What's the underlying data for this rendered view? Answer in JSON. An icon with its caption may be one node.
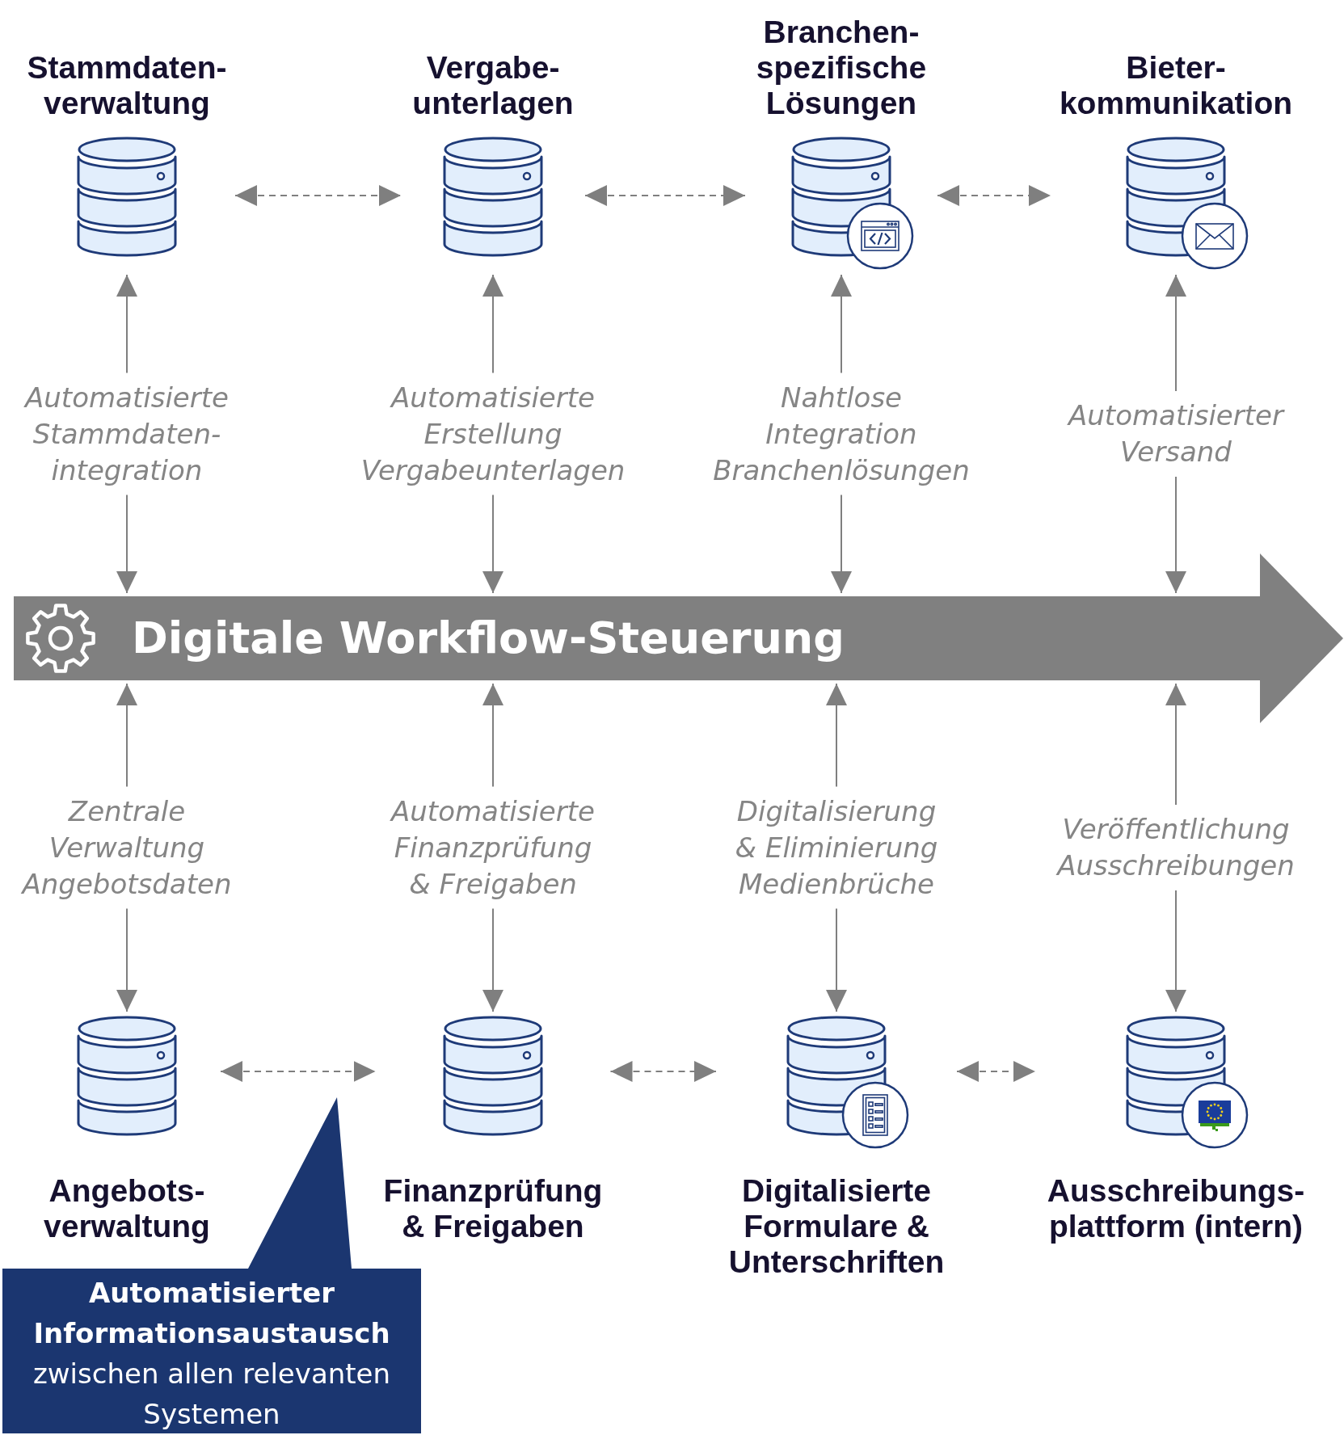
{
  "diagram": {
    "nodes": [
      {
        "text": [
          "Stammdaten- verwaltung"
        ]
      },
      {
        "text": [
          "Vergabe- unterlagen"
        ]
      },
      {
        "text": [
          "Branchen- spezifische Lösungen"
        ]
      },
      {
        "text": [
          "Bieter- kommunikation"
        ]
      },
      {
        "text": [
          "Digitale Workflow-Steuerung"
        ]
      },
      {
        "text": [
          "Angebots- verwaltung"
        ]
      },
      {
        "text": [
          "Finanzprüfung & Freigaben"
        ]
      },
      {
        "text": [
          "Digitalisierte Formulare & Unterschriften"
        ]
      },
      {
        "text": [
          "Ausschreibungs- plattform (intern)"
        ]
      },
      {
        "text": [
          "Automatisierter Informationsaustausch",
          "zwischen allen relevanten Systemen"
        ]
      }
    ],
    "edges": [
      {
        "from": 0,
        "to": 1,
        "arrow": "both",
        "style": "dashed"
      },
      {
        "from": 1,
        "to": 2,
        "arrow": "both",
        "style": "dashed"
      },
      {
        "from": 2,
        "to": 3,
        "arrow": "both",
        "style": "dashed"
      },
      {
        "from": 0,
        "to": 4,
        "arrow": "both",
        "label": "Automatisierte Stammdaten- integration"
      },
      {
        "from": 1,
        "to": 4,
        "arrow": "both",
        "label": "Automatisierte Erstellung Vergabeunterlagen"
      },
      {
        "from": 2,
        "to": 4,
        "arrow": "both",
        "label": "Nahtlose Integration Branchenlösungen"
      },
      {
        "from": 3,
        "to": 4,
        "arrow": "both",
        "label": "Automatisierter Versand"
      },
      {
        "from": 4,
        "to": 5,
        "arrow": "both",
        "label": "Zentrale Verwaltung Angebotsdaten"
      },
      {
        "from": 4,
        "to": 6,
        "arrow": "both",
        "label": "Automatisierte Finanzprüfung & Freigaben"
      },
      {
        "from": 4,
        "to": 7,
        "arrow": "both",
        "label": "Digitalisierung & Eliminierung Medienbrüche"
      },
      {
        "from": 4,
        "to": 8,
        "arrow": "both",
        "label": "Veröffentlichung Ausschreibungen"
      },
      {
        "from": 5,
        "to": 6,
        "arrow": "both",
        "style": "dashed"
      },
      {
        "from": 6,
        "to": 7,
        "arrow": "both",
        "style": "dashed"
      },
      {
        "from": 7,
        "to": 8,
        "arrow": "both",
        "style": "dashed"
      }
    ]
  }
}
